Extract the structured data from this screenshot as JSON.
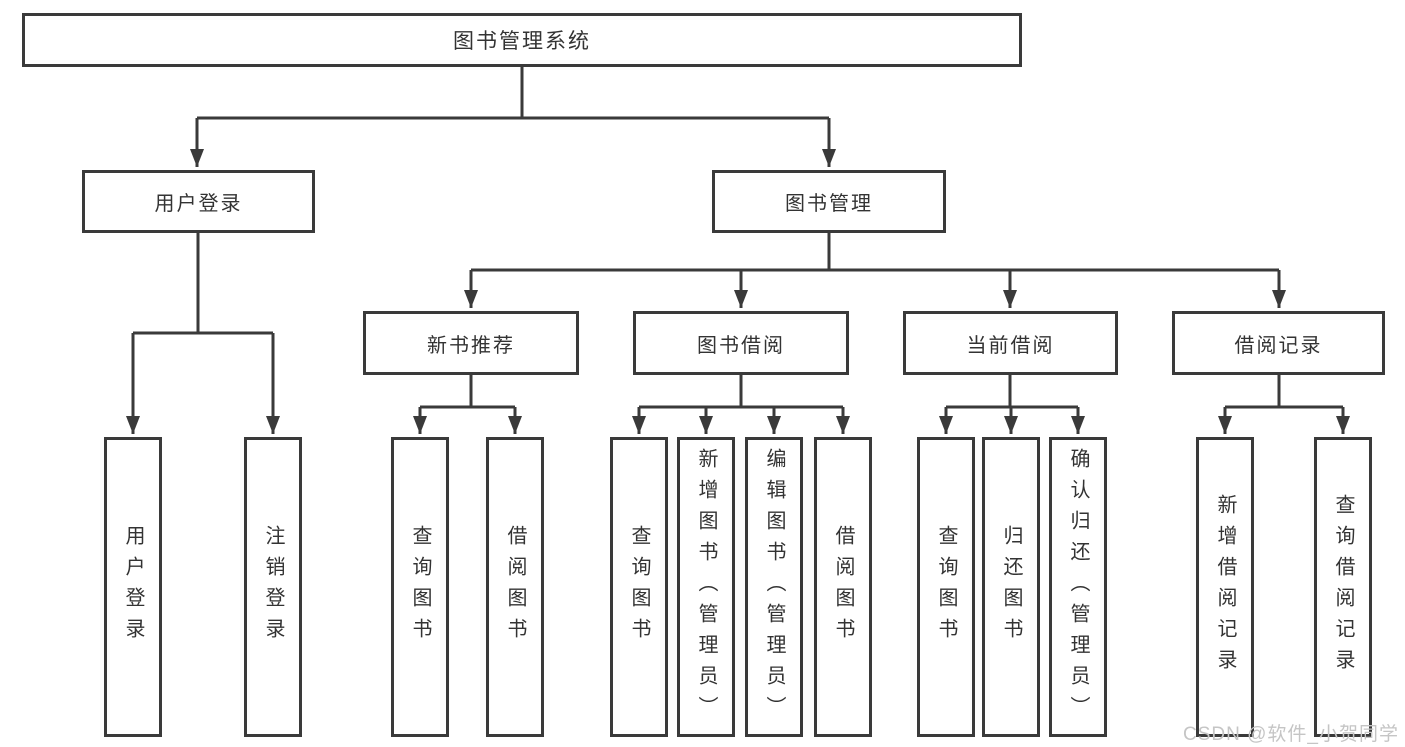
{
  "colors": {
    "line": "#3a3a3a",
    "text": "#333333",
    "watermark": "#c5c5c5",
    "bg": "#ffffff"
  },
  "watermark": "CSDN @软件_小贺同学",
  "tree": {
    "label": "图书管理系统",
    "children": [
      {
        "label": "用户登录",
        "children": [
          {
            "label": "用户登录"
          },
          {
            "label": "注销登录"
          }
        ]
      },
      {
        "label": "图书管理",
        "children": [
          {
            "label": "新书推荐",
            "children": [
              {
                "label": "查询图书"
              },
              {
                "label": "借阅图书"
              }
            ]
          },
          {
            "label": "图书借阅",
            "children": [
              {
                "label": "查询图书"
              },
              {
                "label": "新增图书（管理员）"
              },
              {
                "label": "编辑图书（管理员）"
              },
              {
                "label": "借阅图书"
              }
            ]
          },
          {
            "label": "当前借阅",
            "children": [
              {
                "label": "查询图书"
              },
              {
                "label": "归还图书"
              },
              {
                "label": "确认归还（管理员）"
              }
            ]
          },
          {
            "label": "借阅记录",
            "children": [
              {
                "label": "新增借阅记录"
              },
              {
                "label": "查询借阅记录"
              }
            ]
          }
        ]
      }
    ]
  }
}
